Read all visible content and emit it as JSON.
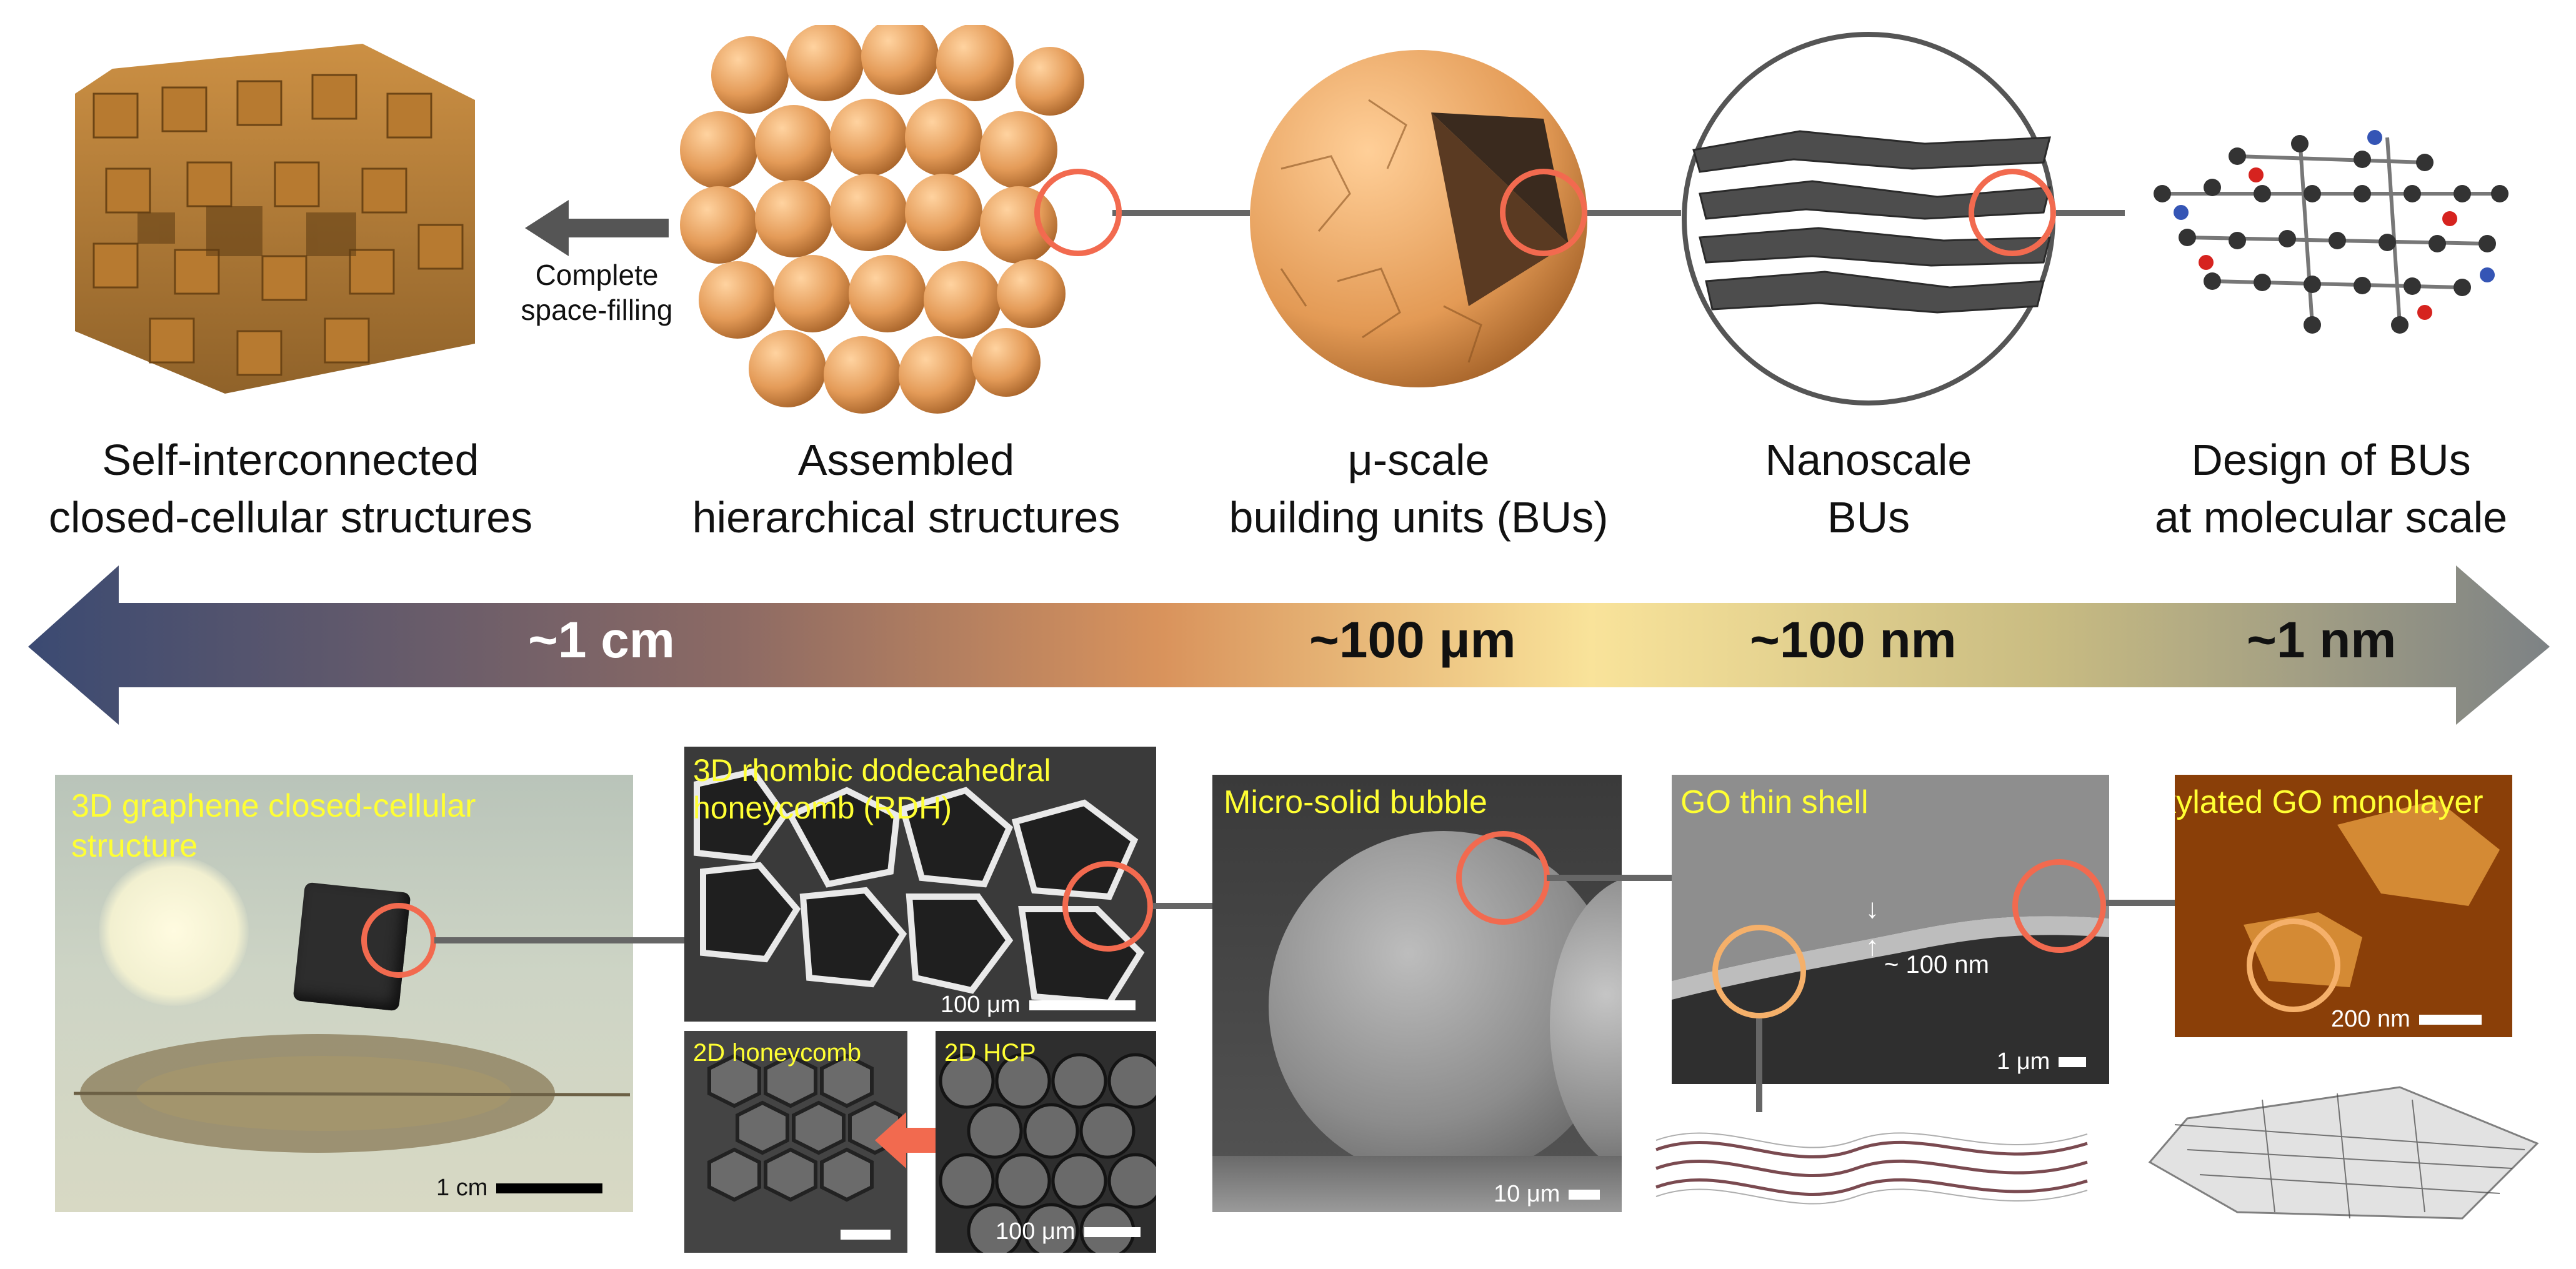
{
  "top_titles": [
    {
      "text": "Self-interconnected\nclosed-cellular structures"
    },
    {
      "text": "Assembled\nhierarchical structures"
    },
    {
      "text": "μ-scale\nbuilding units (BUs)"
    },
    {
      "text": "Nanoscale\nBUs"
    },
    {
      "text": "Design of BUs\nat molecular scale"
    }
  ],
  "arrow_caption": "Complete\nspace-filling",
  "scale_labels": [
    "~1 cm",
    "~100 μm",
    "~100 nm",
    "~1 nm"
  ],
  "colors": {
    "arrow_left": "#3b4a72",
    "arrow_mid": "#d9935c",
    "arrow_light": "#f9e39a",
    "arrow_right": "#7d8285",
    "highlight_ring": "#f26a4f",
    "highlight_ring_light": "#f5b06a",
    "panel_label": "#ffff33",
    "orange_sphere": "#e49b58"
  },
  "panels": {
    "graphene": {
      "label": "3D graphene closed-cellular\nstructure",
      "scale": "1 cm"
    },
    "rdh": {
      "label": "3D rhombic dodecahedral\nhoneycomb (RDH)",
      "scale": "100 μm"
    },
    "honeycomb2d": {
      "label": "2D honeycomb"
    },
    "hcp2d": {
      "label": "2D HCP",
      "scale": "100 μm"
    },
    "bubble": {
      "label": "Micro-solid bubble",
      "scale": "10 μm"
    },
    "shell": {
      "label": "GO thin shell",
      "thickness": "~ 100 nm",
      "scale": "1 μm"
    },
    "monolayer": {
      "label": "Alkylated GO monolayer",
      "scale": "200 nm"
    }
  }
}
